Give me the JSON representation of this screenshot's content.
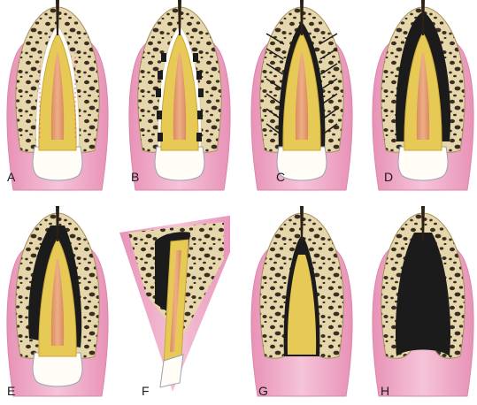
{
  "panels": [
    {
      "label": "A"
    },
    {
      "label": "B"
    },
    {
      "label": "C"
    },
    {
      "label": "D"
    },
    {
      "label": "E"
    },
    {
      "label": "F"
    },
    {
      "label": "G"
    },
    {
      "label": "H"
    }
  ],
  "colors": {
    "gingiva": "#f0b3cc",
    "gingiva_dark": "#dd86ab",
    "bone": "#e5d7ab",
    "bone_pore": "#3a2e24",
    "ligament": "#ffffff",
    "dentin": "#e6ca55",
    "dentin_edge": "#c9a637",
    "pulp": "#e79f75",
    "pulp_dark": "#c97c50",
    "enamel": "#fffdf6",
    "lesion": "#1b1b1b",
    "shadow": "#c9cfe6"
  }
}
